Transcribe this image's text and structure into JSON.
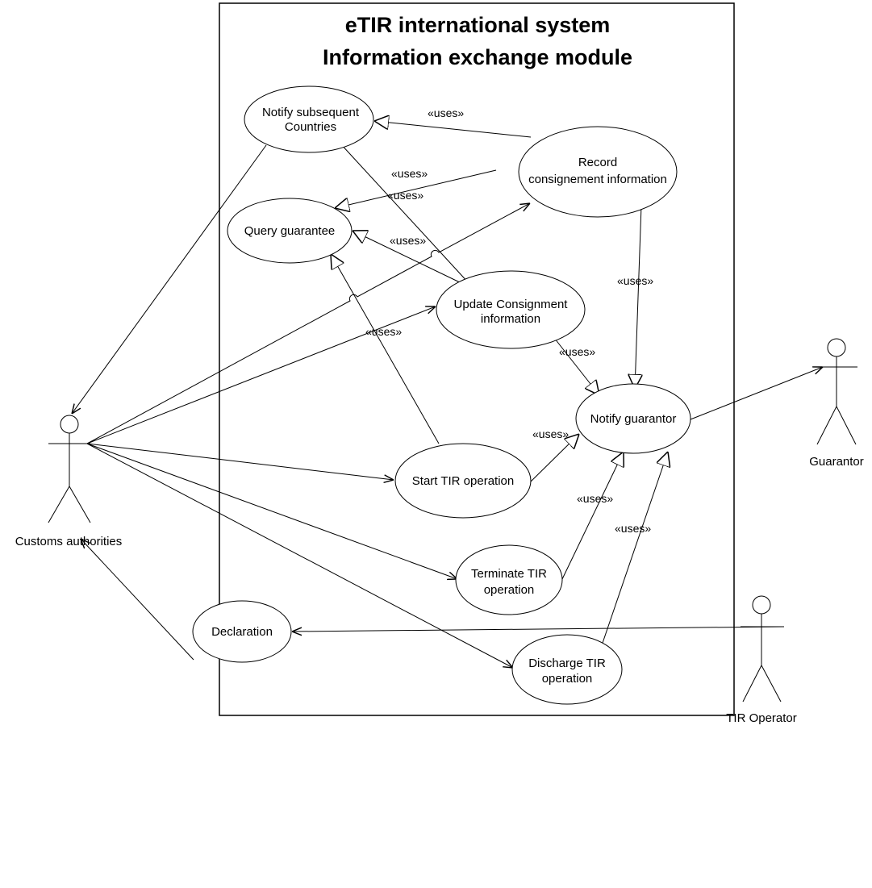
{
  "diagram": {
    "system_title_line1": "eTIR international system",
    "system_title_line2": "Information exchange module",
    "use_cases": {
      "notify_countries": [
        "Notify subsequent",
        "Countries"
      ],
      "record_consignment": [
        "Record",
        "consignement information"
      ],
      "query_guarantee": [
        "Query guarantee"
      ],
      "update_consignment": [
        "Update Consignment",
        "information"
      ],
      "notify_guarantor": [
        "Notify guarantor"
      ],
      "start_tir": [
        "Start TIR operation"
      ],
      "terminate_tir": [
        "Terminate TIR",
        "operation"
      ],
      "discharge_tir": [
        "Discharge TIR",
        "operation"
      ],
      "declaration": [
        "Declaration"
      ]
    },
    "actors": {
      "customs": "Customs authorities",
      "guarantor": "Guarantor",
      "tir_operator": "TIR Operator"
    },
    "stereotype": "«uses»"
  }
}
